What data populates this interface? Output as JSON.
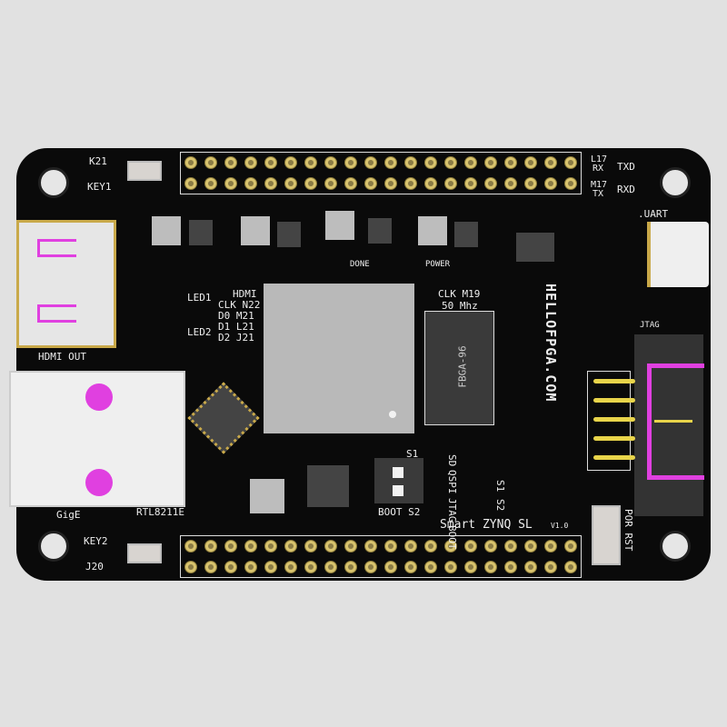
{
  "board": {
    "name": "Smart ZYNQ SL",
    "version": "V1.0",
    "brand": "HELLOFPGA.COM"
  },
  "labels": {
    "key1": "KEY1",
    "k21": "K21",
    "key2": "KEY2",
    "j20": "J20",
    "hdmi_out": "HDMI OUT",
    "gige": "GigE",
    "phy": "RTL8211E",
    "led1": "LED1",
    "led2": "LED2",
    "hdmi": [
      "HDMI",
      "CLK N22",
      "D0  M21",
      "D1  L21",
      "D2  J21"
    ],
    "clk": "CLK M19",
    "freq": "50 Mhz",
    "ddr": "FBGA-96",
    "done": "DONE",
    "power": "POWER",
    "l17": "L17",
    "rx": "RX",
    "m17": "M17",
    "tx": "TX",
    "txd": "TXD",
    "rxd": "RXD",
    "uart": ".UART",
    "jtag": "JTAG",
    "por_rst": "POR RST",
    "s1": "S1",
    "boot_s2": "BOOT S2",
    "boot_table": {
      "cols": [
        "SD",
        "QSPI",
        "JTAG",
        "BOOT"
      ],
      "rows": [
        "S1",
        "S2"
      ]
    }
  },
  "colors": {
    "board": "#0a0a0a",
    "accent": "#e040e0",
    "gold": "#c9a94a"
  }
}
